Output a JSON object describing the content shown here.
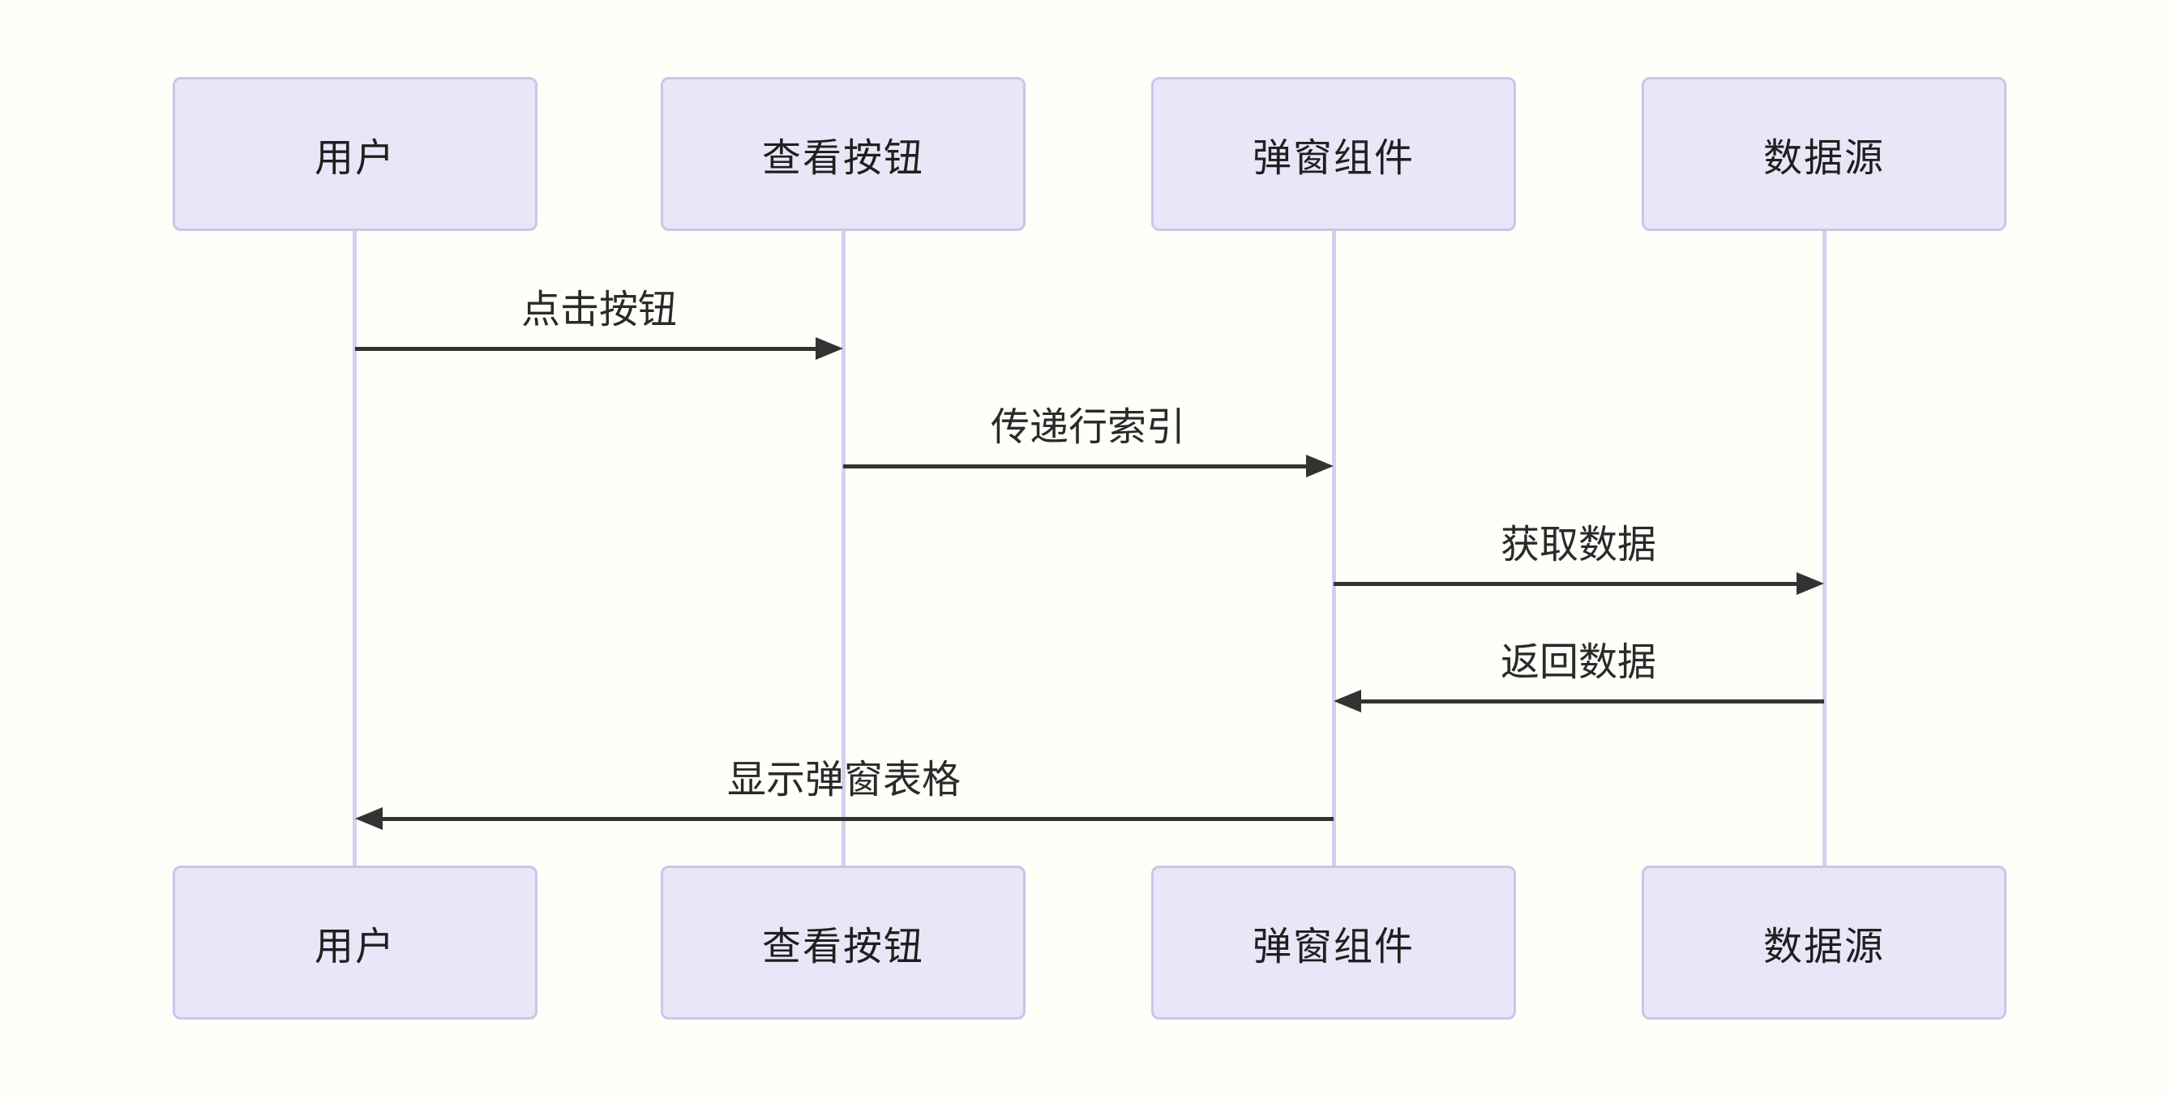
{
  "diagram": {
    "type": "sequence-diagram",
    "colors": {
      "background": "#fffef9",
      "actor_fill": "#e9e6f8",
      "actor_border": "#cfc3ea",
      "lifeline": "#d7cdee",
      "arrow": "#333333",
      "text": "#1f1f1f"
    },
    "actors": [
      {
        "id": "user",
        "label": "用户"
      },
      {
        "id": "view-button",
        "label": "查看按钮"
      },
      {
        "id": "popup-component",
        "label": "弹窗组件"
      },
      {
        "id": "data-source",
        "label": "数据源"
      }
    ],
    "messages": [
      {
        "from": "用户",
        "to": "查看按钮",
        "label": "点击按钮",
        "direction": "right"
      },
      {
        "from": "查看按钮",
        "to": "弹窗组件",
        "label": "传递行索引",
        "direction": "right"
      },
      {
        "from": "弹窗组件",
        "to": "数据源",
        "label": "获取数据",
        "direction": "right"
      },
      {
        "from": "数据源",
        "to": "弹窗组件",
        "label": "返回数据",
        "direction": "left"
      },
      {
        "from": "弹窗组件",
        "to": "用户",
        "label": "显示弹窗表格",
        "direction": "left"
      }
    ]
  }
}
